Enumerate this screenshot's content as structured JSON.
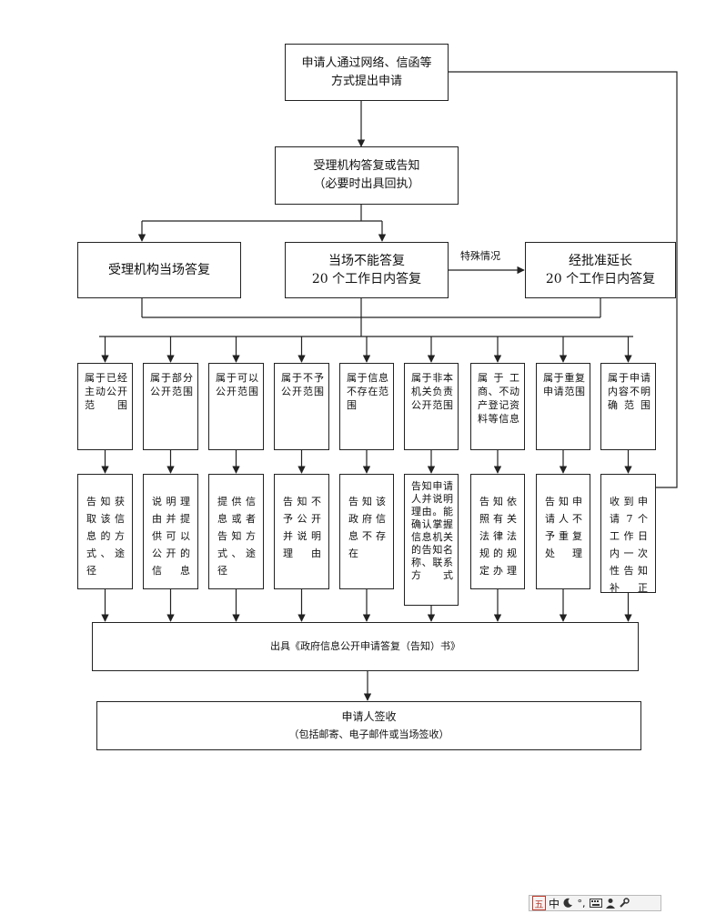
{
  "start_box": {
    "line1": "申请人通过网络、信函等",
    "line2": "方式提出申请"
  },
  "accept_box": {
    "line1": "受理机构答复或告知",
    "line2": "（必要时出具回执）"
  },
  "onsite_box": {
    "line1": "受理机构当场答复"
  },
  "within20_box": {
    "line1": "当场不能答复",
    "line2": "20 个工作日内答复"
  },
  "special_label": "特殊情况",
  "extended_box": {
    "line1": "经批准延长",
    "line2": "20 个工作日内答复"
  },
  "categories": [
    {
      "category": "属于已经主动公开范围",
      "response": "告知获取该信息的方式、途径"
    },
    {
      "category": "属于部分公开范围",
      "response": "说明理由并提供可以公开的信息"
    },
    {
      "category": "属于可以公开范围",
      "response": "提供信息或者告知方式、途径"
    },
    {
      "category": "属于不予公开范围",
      "response": "告知不予公开并说明理由"
    },
    {
      "category": "属于信息不存在范围",
      "response": "告知该政府信息不存在"
    },
    {
      "category": "属于非本机关负责公开范围",
      "response": "告知申请人并说明理由。能确认掌握信息机关的告知名称、联系方式"
    },
    {
      "category": "属于工商、不动产登记资料等信息",
      "response": "告知依照有关法律法规的规定办理"
    },
    {
      "category": "属于重复申请范围",
      "response": "告知申请人不予重复处理"
    },
    {
      "category": "属于申请内容不明确范围",
      "response": "收到申请 7 个工作日内一次性告知补正"
    }
  ],
  "issue_box": {
    "text": "出具《政府信息公开申请答复（告知）书》"
  },
  "sign_box": {
    "line1": "申请人签收",
    "line2": "（包括邮寄、电子邮件或当场签收）"
  },
  "ime_toolbar": {
    "logo": "五",
    "mode": "中",
    "icons": [
      "moon-icon",
      "punctuation-icon",
      "keyboard-icon",
      "user-icon",
      "wrench-icon"
    ]
  }
}
